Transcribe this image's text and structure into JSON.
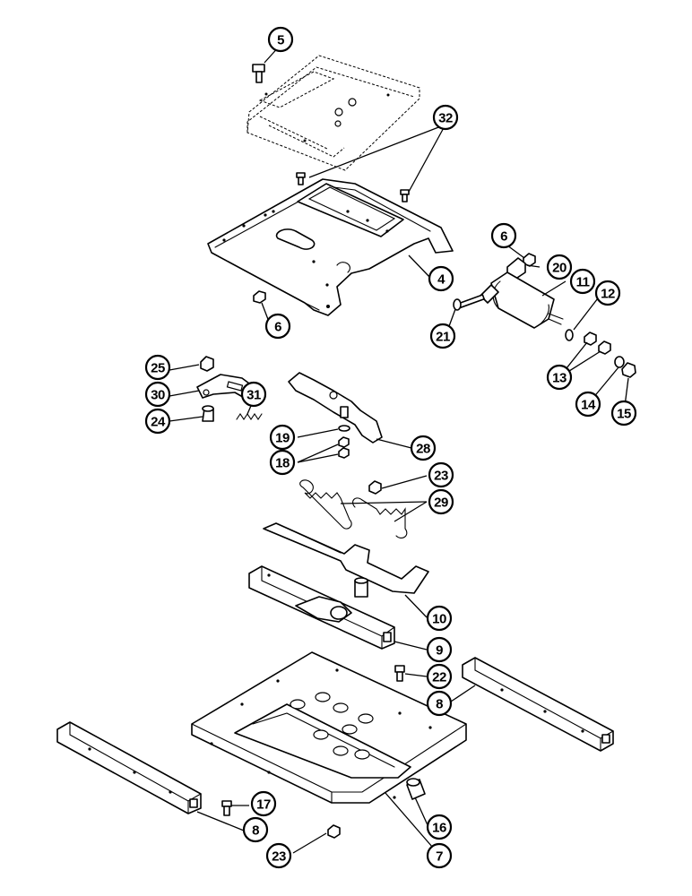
{
  "diagram": {
    "callouts": [
      {
        "id": "c5",
        "label": "5"
      },
      {
        "id": "c32",
        "label": "32"
      },
      {
        "id": "c6a",
        "label": "6"
      },
      {
        "id": "c20",
        "label": "20"
      },
      {
        "id": "c4",
        "label": "4"
      },
      {
        "id": "c11",
        "label": "11"
      },
      {
        "id": "c12",
        "label": "12"
      },
      {
        "id": "c6b",
        "label": "6"
      },
      {
        "id": "c21",
        "label": "21"
      },
      {
        "id": "c13",
        "label": "13"
      },
      {
        "id": "c14",
        "label": "14"
      },
      {
        "id": "c15",
        "label": "15"
      },
      {
        "id": "c25",
        "label": "25"
      },
      {
        "id": "c30",
        "label": "30"
      },
      {
        "id": "c31",
        "label": "31"
      },
      {
        "id": "c24",
        "label": "24"
      },
      {
        "id": "c19",
        "label": "19"
      },
      {
        "id": "c28",
        "label": "28"
      },
      {
        "id": "c18",
        "label": "18"
      },
      {
        "id": "c23a",
        "label": "23"
      },
      {
        "id": "c29",
        "label": "29"
      },
      {
        "id": "c10",
        "label": "10"
      },
      {
        "id": "c9",
        "label": "9"
      },
      {
        "id": "c22",
        "label": "22"
      },
      {
        "id": "c8a",
        "label": "8"
      },
      {
        "id": "c17",
        "label": "17"
      },
      {
        "id": "c8b",
        "label": "8"
      },
      {
        "id": "c16",
        "label": "16"
      },
      {
        "id": "c23b",
        "label": "23"
      },
      {
        "id": "c7",
        "label": "7"
      }
    ]
  }
}
